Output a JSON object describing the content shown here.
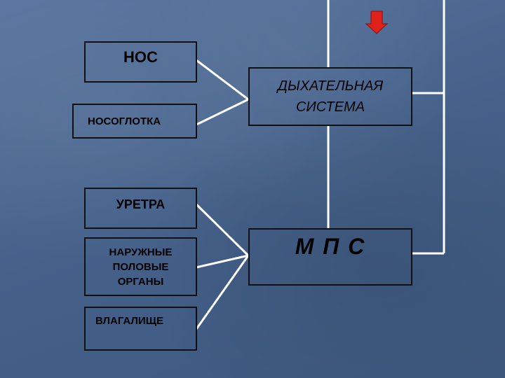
{
  "left_boxes": {
    "nose": "НОС",
    "nasopharynx": "НОСОГЛОТКА",
    "urethra": "УРЕТРА",
    "external_genitals": "НАРУЖНЫЕ ПОЛОВЫЕ ОРГАНЫ",
    "vagina": "ВЛАГАЛИЩЕ"
  },
  "right_boxes": {
    "respiratory_system": "ДЫХАТЕЛЬНАЯ СИСТЕМА",
    "urinary_system": "М П С"
  },
  "colors": {
    "arrow": "#e0201a",
    "connector": "#ffffff",
    "box_border": "#111111"
  },
  "icons": {
    "arrow": "red-down-arrow-icon"
  }
}
